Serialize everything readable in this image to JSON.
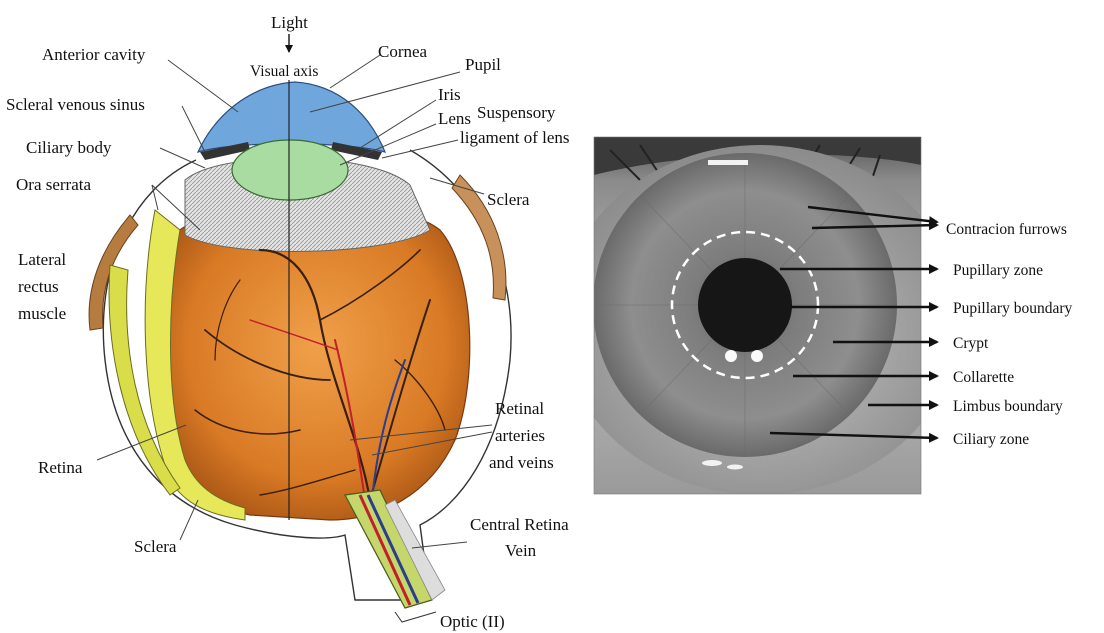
{
  "eye_diagram": {
    "labels": {
      "light": "Light",
      "visual_axis": "Visual axis",
      "anterior_cavity": "Anterior cavity",
      "cornea": "Cornea",
      "pupil": "Pupil",
      "iris": "Iris",
      "lens": "Lens",
      "scleral_venous_sinus": "Scleral venous sinus",
      "ciliary_body": "Ciliary body",
      "suspensory_line1": "Suspensory",
      "suspensory_line2": "ligament of lens",
      "ora_serrata": "Ora serrata",
      "sclera_right": "Sclera",
      "lateral_line1": "Lateral",
      "lateral_line2": "rectus",
      "lateral_line3": "muscle",
      "retina": "Retina",
      "retinal_line1": "Retinal",
      "retinal_line2": "arteries",
      "retinal_line3": "and veins",
      "sclera_bottom": "Sclera",
      "central_line1": "Central Retina",
      "central_line2": "Vein",
      "optic": "Optic (II)"
    }
  },
  "iris_photo": {
    "labels": [
      "Contracion furrows",
      "Pupillary zone",
      "Pupillary boundary",
      "Crypt",
      "Collarette",
      "Limbus boundary",
      "Ciliary zone"
    ]
  },
  "colors": {
    "cornea_blue": "#6fa6dc",
    "lens_green": "#a8dca0",
    "retina_yellow": "#e6e85a",
    "choroid_orange": "#d9822b",
    "vessel_red": "#c0202a",
    "vessel_blue": "#2a3d8f"
  }
}
